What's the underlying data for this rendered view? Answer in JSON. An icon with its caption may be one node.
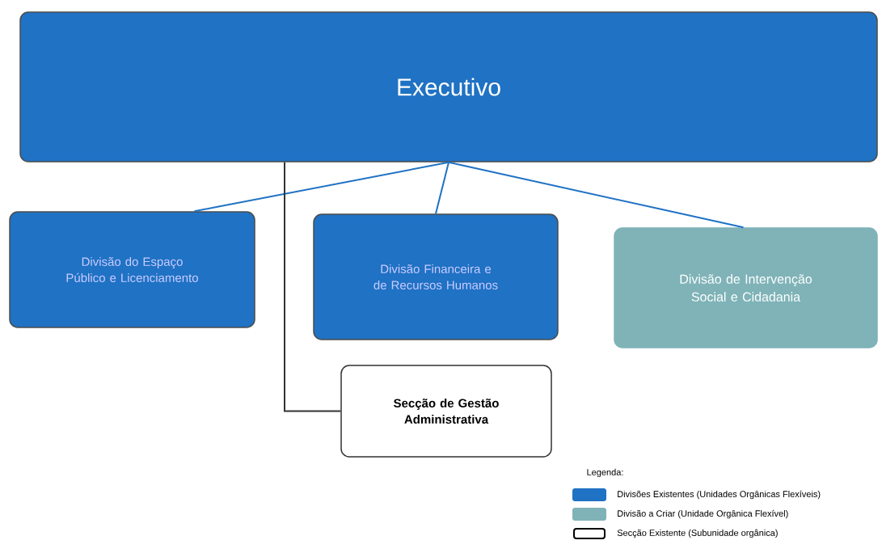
{
  "diagram": {
    "nodes": [
      {
        "text": [
          "Executivo"
        ]
      },
      {
        "text": [
          "Divisão do Espaço Público e Licenciamento"
        ]
      },
      {
        "text": [
          "Divisão Financeira e de Recursos Humanos"
        ]
      },
      {
        "text": [
          "Divisão de Intervenção Social e Cidadania"
        ]
      },
      {
        "text": [
          "Secção de Gestão Administrativa"
        ]
      }
    ],
    "edges": [
      {
        "from": 0,
        "to": 1,
        "arrow": "none"
      },
      {
        "from": 0,
        "to": 2,
        "arrow": "none"
      },
      {
        "from": 0,
        "to": 3,
        "arrow": "none"
      },
      {
        "from": 0,
        "to": 4,
        "arrow": "none",
        "color": "#333333"
      }
    ],
    "labels": [
      "Legenda:"
    ],
    "legend": [
      {
        "text": "Divisões Existentes (Unidades Orgânicas Flexíveis)",
        "color": "#1f72c4"
      },
      {
        "text": "Divisão a Criar (Unidade Orgânica Flexível)",
        "color": "#7fb3b8"
      },
      {
        "text": "Secção Existente (Subunidade orgânica)"
      }
    ]
  }
}
